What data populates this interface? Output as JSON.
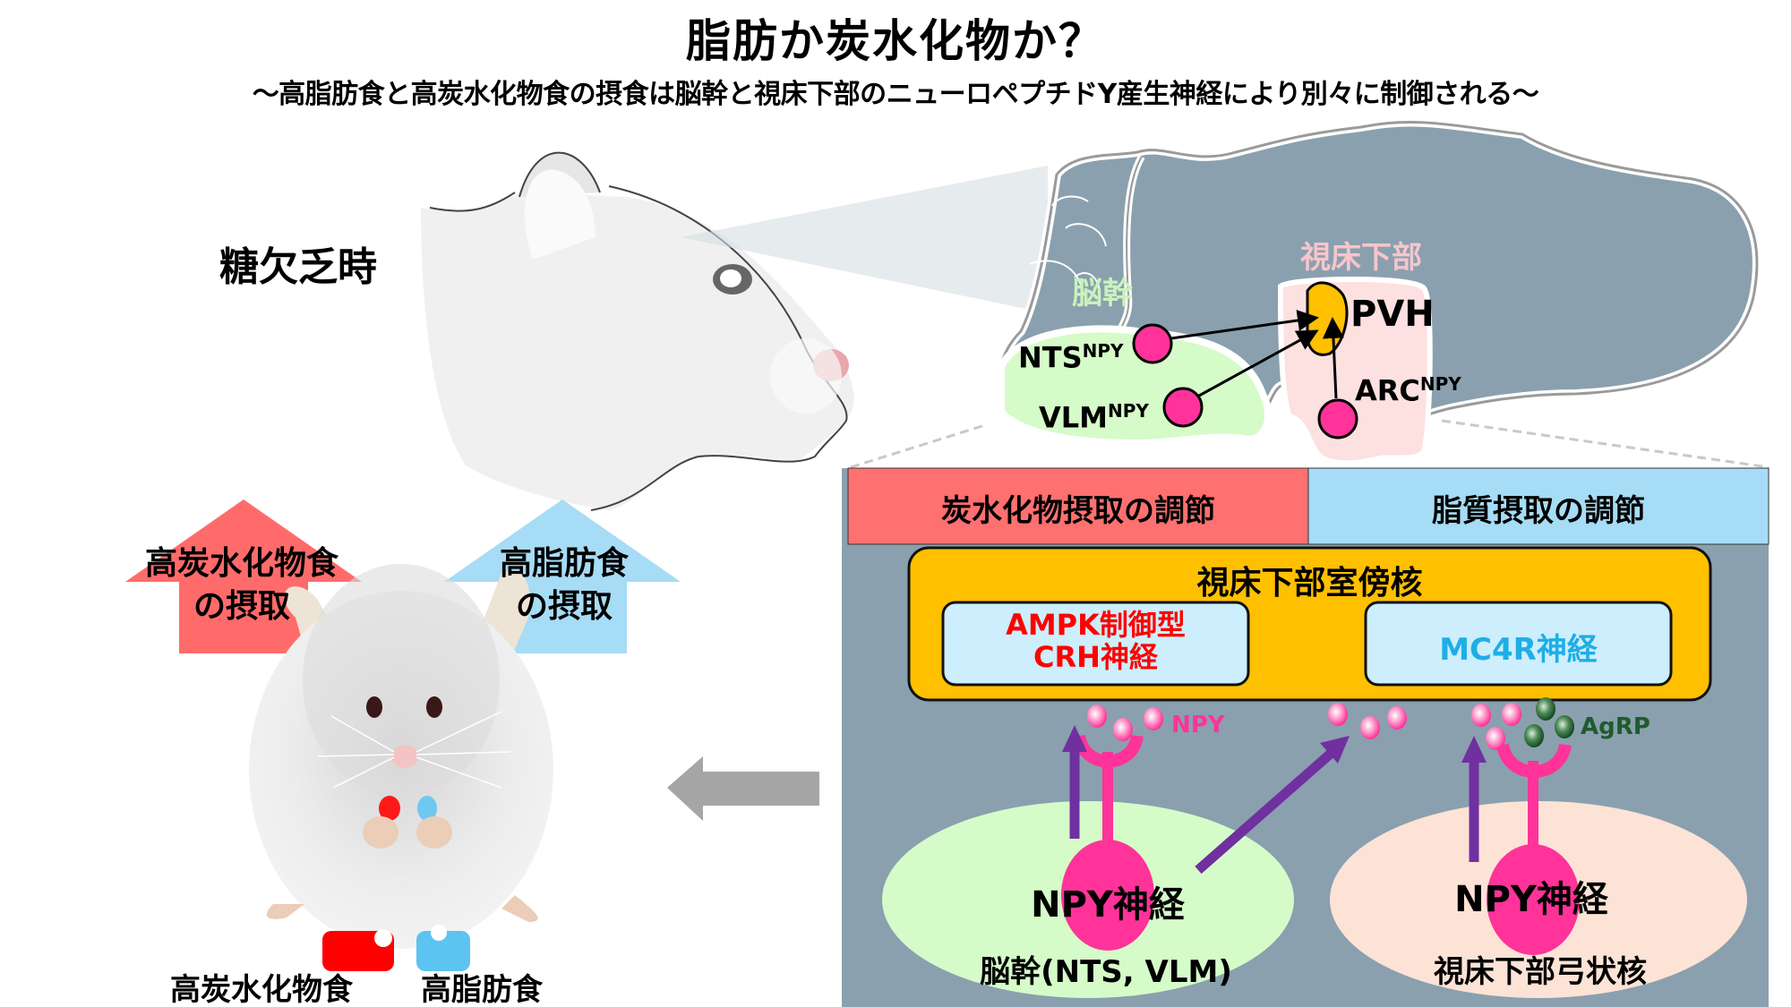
{
  "header": {
    "title": "脂肪か炭水化物か？",
    "subtitle": "～高脂肪食と高炭水化物食の摂食は脳幹と視床下部のニューロペプチドY産生神経により別々に制御される～"
  },
  "left": {
    "condition_label": "糖欠乏時",
    "arrow_carb_line1": "高炭水化物食",
    "arrow_carb_line2": "の摂取",
    "arrow_fat_line1": "高脂肪食",
    "arrow_fat_line2": "の摂取",
    "food_carb_label": "高炭水化物食",
    "food_fat_label": "高脂肪食"
  },
  "brain": {
    "brainstem_label": "脳幹",
    "hypothalamus_label": "視床下部",
    "pvh_label": "PVH",
    "nts_label": "NTS",
    "nts_sup": "NPY",
    "vlm_label": "VLM",
    "vlm_sup": "NPY",
    "arc_label": "ARC",
    "arc_sup": "NPY"
  },
  "panel": {
    "header_carb": "炭水化物摂取の調節",
    "header_fat": "脂質摂取の調節",
    "pvn_title": "視床下部室傍核",
    "crh_line1": "AMPK制御型",
    "crh_line2": "CRH神経",
    "mc4r_label": "MC4R神経",
    "npy_peptide_label": "NPY",
    "agrp_label": "AgRP",
    "left_neuron_label": "NPY神経",
    "left_region_label": "脳幹(NTS, VLM)",
    "right_neuron_label": "NPY神経",
    "right_region_label": "視床下部弓状核"
  },
  "colors": {
    "carb_red": "#ff7070",
    "fat_blue": "#a6dcf5",
    "panel_gray": "#8aa0ae",
    "pvn_yellow": "#ffc000",
    "npy_pink": "#ff3399",
    "arrow_purple": "#7030a0",
    "agrp_green": "#1e5c2e",
    "crh_red": "#ff0000",
    "mc4r_blue": "#1eaee6",
    "brainstem_green": "#d5fbc9",
    "hypo_pink": "#fde0e0"
  }
}
